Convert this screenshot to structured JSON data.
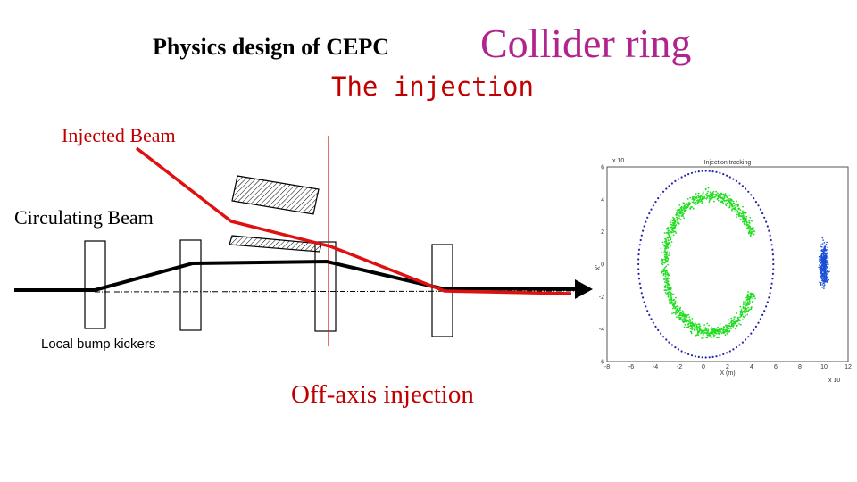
{
  "header": {
    "title": "Physics design of CEPC",
    "section": "Collider ring",
    "subtitle": "The injection"
  },
  "diagram": {
    "injected_beam_label": "Injected Beam",
    "circulating_beam_label": "Circulating Beam",
    "kickers_label": "Local bump kickers",
    "caption": "Off-axis injection"
  },
  "plot": {
    "title": "Injection tracking",
    "xlabel": "X (m)",
    "ylabel": "X'",
    "x_exponent": "x 10",
    "y_exponent": "x 10",
    "x_ticks": [
      "-8",
      "-6",
      "-4",
      "-2",
      "0",
      "2",
      "4",
      "6",
      "8",
      "10",
      "12"
    ],
    "y_ticks": [
      "6",
      "4",
      "2",
      "0",
      "-2",
      "-4",
      "-6"
    ],
    "colors": {
      "ring": "#22dd22",
      "aperture": "#2222aa",
      "injected": "#1a4fd6"
    }
  }
}
